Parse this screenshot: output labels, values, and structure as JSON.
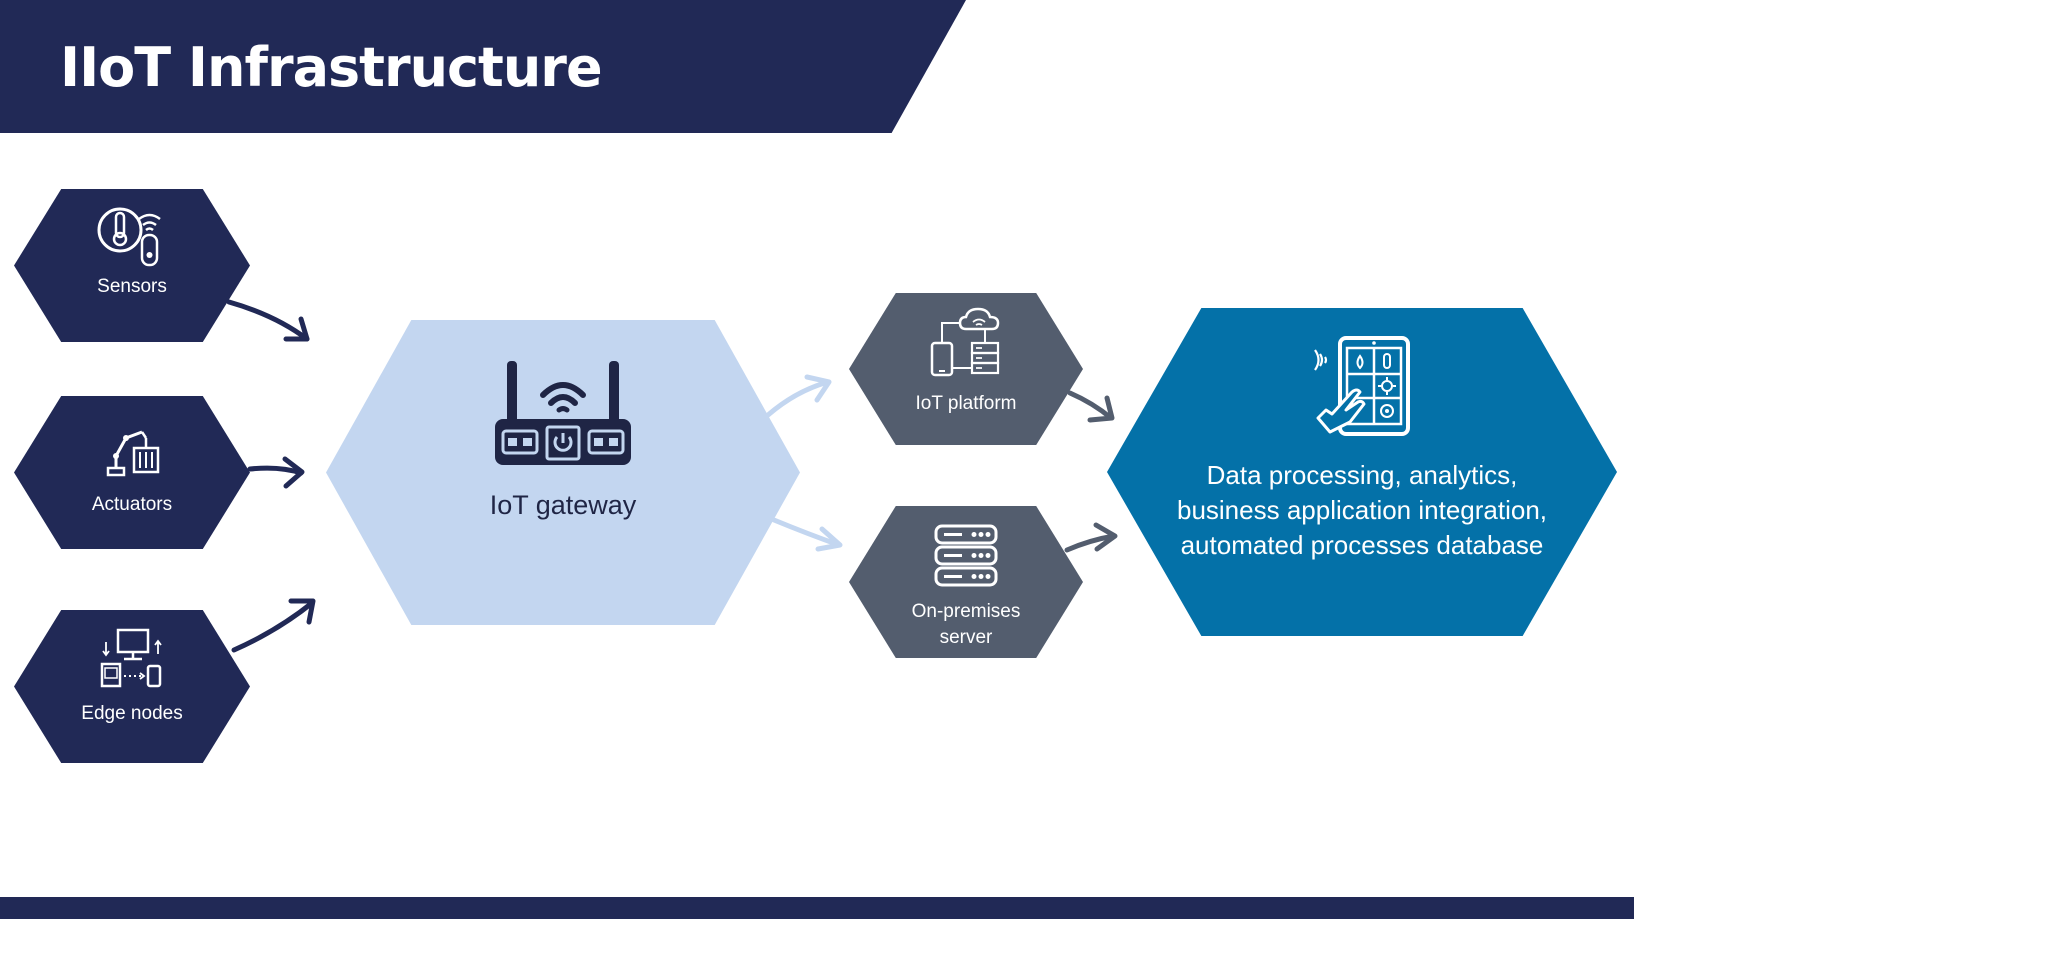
{
  "title": "IIoT Infrastructure",
  "nodes": {
    "sensors": {
      "label": "Sensors",
      "icon": "sensor-icon"
    },
    "actuators": {
      "label": "Actuators",
      "icon": "robotic-arm-icon"
    },
    "edge_nodes": {
      "label": "Edge nodes",
      "icon": "edge-devices-icon"
    },
    "gateway": {
      "label": "IoT gateway",
      "icon": "router-icon"
    },
    "platform": {
      "label": "IoT platform",
      "icon": "cloud-platform-icon"
    },
    "server": {
      "label": "On-premises server",
      "icon": "server-rack-icon"
    },
    "processing": {
      "label": "Data processing, analytics, business application integration, automated processes database",
      "icon": "touch-tablet-icon"
    }
  },
  "colors": {
    "navy": "#212956",
    "light_blue": "#c3d6f0",
    "slate": "#535d6e",
    "accent_blue": "#0471a8",
    "arrow_light": "#c3d6f0"
  }
}
